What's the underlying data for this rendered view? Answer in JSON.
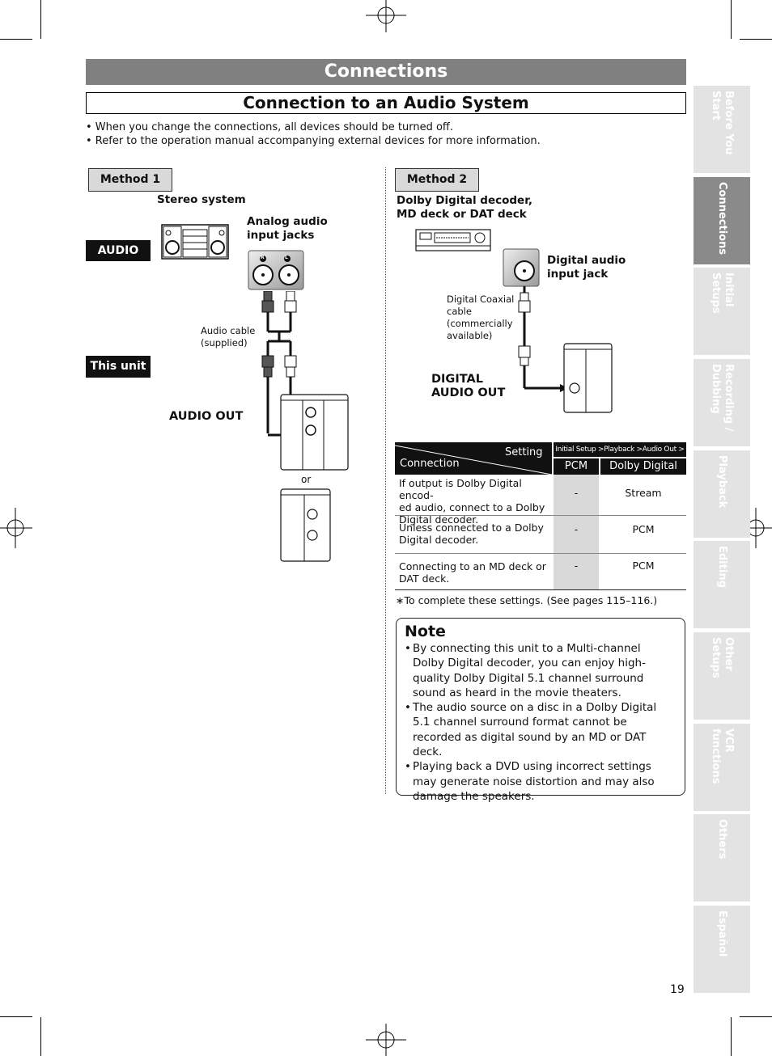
{
  "header": {
    "title": "Connections",
    "subtitle": "Connection to an Audio System"
  },
  "intro_bullets": [
    "• When you change the connections, all devices should be turned off.",
    "• Refer to the operation manual accompanying external devices for more information."
  ],
  "method1": {
    "label": "Method 1",
    "device": "Stereo system",
    "jack_label_1": "Analog audio",
    "jack_label_2": "input jacks",
    "audio_badge": "AUDIO",
    "cable_label_1": "Audio cable",
    "cable_label_2": "(supplied)",
    "unit_badge": "This unit",
    "out_label": "AUDIO OUT",
    "or_label": "or",
    "jack_r": "R",
    "jack_l": "L"
  },
  "method2": {
    "label": "Method 2",
    "device_1": "Dolby Digital decoder,",
    "device_2": "MD deck or DAT deck",
    "jack_label_1": "Digital audio",
    "jack_label_2": "input jack",
    "cable_label": [
      "Digital Coaxial",
      "cable",
      "(commercially",
      "available)"
    ],
    "out_label_1": "DIGITAL",
    "out_label_2": "AUDIO OUT"
  },
  "table": {
    "setting_label": "Setting",
    "connection_label": "Connection",
    "path": "Initial Setup >Playback >Audio Out >",
    "col_pcm": "PCM",
    "col_dolby": "Dolby Digital",
    "rows": [
      {
        "conn": [
          "If output is Dolby Digital encod-",
          "ed audio, connect to a Dolby",
          "Digital decoder."
        ],
        "pcm": "-",
        "dolby": "Stream"
      },
      {
        "conn": [
          "Unless connected to a Dolby",
          "Digital decoder."
        ],
        "pcm": "-",
        "dolby": "PCM"
      },
      {
        "conn": [
          "Connecting to an MD deck or",
          "DAT deck."
        ],
        "pcm": "-",
        "dolby": "PCM"
      }
    ],
    "footnote": "∗To complete these settings. (See pages 115–116.)"
  },
  "note": {
    "title": "Note",
    "items": [
      "By connecting this unit to a Multi-channel Dolby Digital decoder, you can enjoy high-quality Dolby Digital 5.1 channel surround sound as heard in the movie theaters.",
      "The audio source on a disc in a Dolby Digital 5.1 channel surround format cannot be recorded as digital sound by an MD or DAT deck.",
      "Playing back a DVD using incorrect settings may generate noise distortion and may also damage the speakers."
    ],
    "bullet": "•"
  },
  "side_tabs": [
    {
      "label": "Before You Start",
      "active": false
    },
    {
      "label": "Connections",
      "active": true
    },
    {
      "label": "Initial Setups",
      "active": false
    },
    {
      "label": "Recording / Dubbing",
      "active": false
    },
    {
      "label": "Playback",
      "active": false
    },
    {
      "label": "Editing",
      "active": false
    },
    {
      "label": "Other Setups",
      "active": false
    },
    {
      "label": "VCR functions",
      "active": false
    },
    {
      "label": "Others",
      "active": false
    },
    {
      "label": "Español",
      "active": false
    }
  ],
  "page_number": "19",
  "colors": {
    "header_grey": "#808080",
    "tab_active": "#8a8a8a",
    "tab_inactive": "#e3e3e3",
    "cell_grey": "#d9d9d9"
  }
}
